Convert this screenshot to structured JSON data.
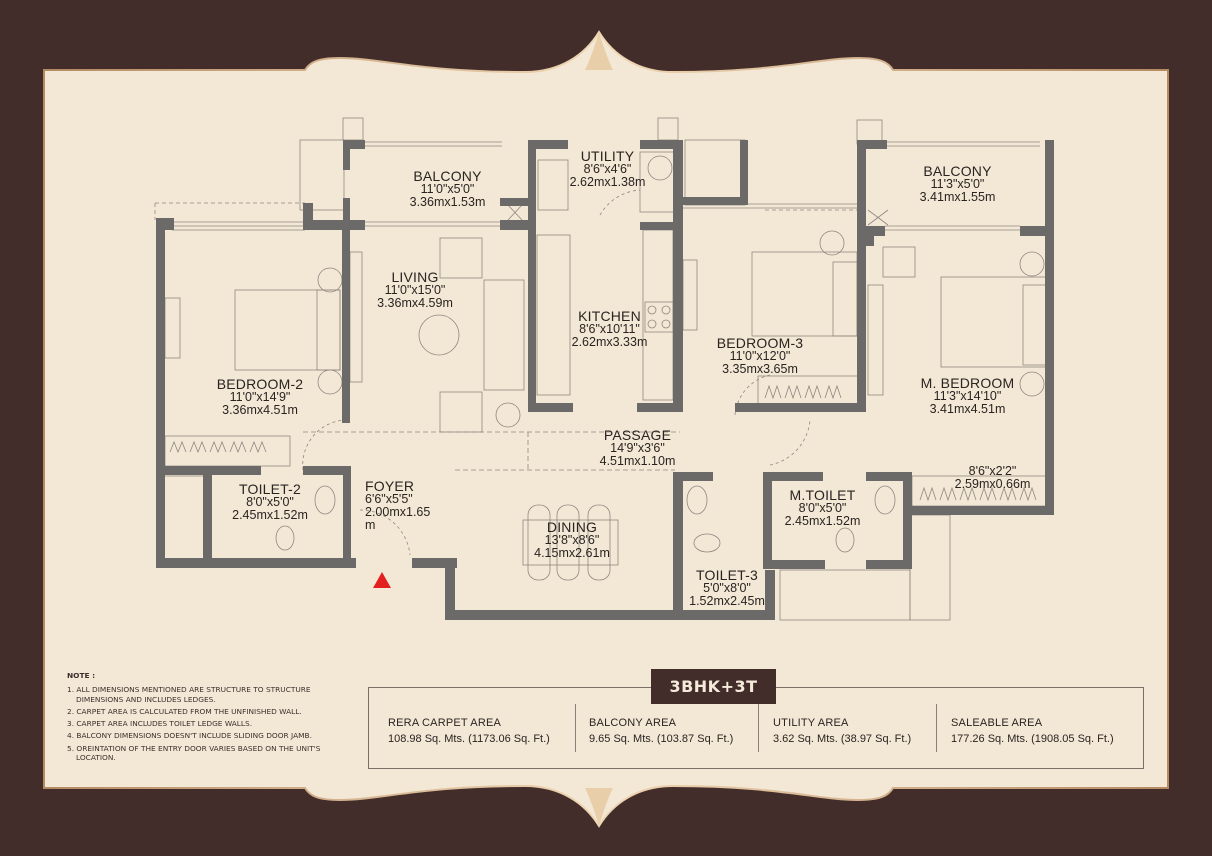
{
  "frame": {
    "background_color": "#432d2a",
    "paper_color": "#f3e8d6",
    "accent_color": "#d4b08c"
  },
  "unit_type": "3BHK+3T",
  "rooms": {
    "balcony_left": {
      "name": "BALCONY",
      "imperial": "11'0\"x5'0\"",
      "metric": "3.36mx1.53m"
    },
    "utility": {
      "name": "UTILITY",
      "imperial": "8'6\"x4'6\"",
      "metric": "2.62mx1.38m"
    },
    "balcony_right": {
      "name": "BALCONY",
      "imperial": "11'3\"x5'0\"",
      "metric": "3.41mx1.55m"
    },
    "living": {
      "name": "LIVING",
      "imperial": "11'0\"x15'0\"",
      "metric": "3.36mx4.59m"
    },
    "kitchen": {
      "name": "KITCHEN",
      "imperial": "8'6\"x10'11\"",
      "metric": "2.62mx3.33m"
    },
    "bedroom_3": {
      "name": "BEDROOM-3",
      "imperial": "11'0\"x12'0\"",
      "metric": "3.35mx3.65m"
    },
    "bedroom_2": {
      "name": "BEDROOM-2",
      "imperial": "11'0\"x14'9\"",
      "metric": "3.36mx4.51m"
    },
    "master_bedroom": {
      "name": "M. BEDROOM",
      "imperial": "11'3\"x14'10\"",
      "metric": "3.41mx4.51m"
    },
    "passage": {
      "name": "PASSAGE",
      "imperial": "14'9\"x3'6\"",
      "metric": "4.51mx1.10m"
    },
    "wardrobe_master": {
      "imperial": "8'6\"x2'2\"",
      "metric": "2.59mx0.66m"
    },
    "toilet_2": {
      "name": "TOILET-2",
      "imperial": "8'0\"x5'0\"",
      "metric": "2.45mx1.52m"
    },
    "foyer": {
      "name": "FOYER",
      "imperial": "6'6\"x5'5\"",
      "metric": "2.00mx1.65",
      "metric_suffix": "m"
    },
    "dining": {
      "name": "DINING",
      "imperial": "13'8\"x8'6\"",
      "metric": "4.15mx2.61m"
    },
    "master_toilet": {
      "name": "M.TOILET",
      "imperial": "8'0\"x5'0\"",
      "metric": "2.45mx1.52m"
    },
    "toilet_3": {
      "name": "TOILET-3",
      "imperial": "5'0\"x8'0\"",
      "metric": "1.52mx2.45m"
    }
  },
  "entry_marker": {
    "icon": "entry-triangle-icon",
    "color": "#e41f1f"
  },
  "notes": {
    "title": "NOTE :",
    "items": [
      "1. ALL DIMENSIONS MENTIONED ARE STRUCTURE TO STRUCTURE DIMENSIONS AND INCLUDES LEDGES.",
      "2. CARPET AREA IS CALCULATED FROM THE UNFINISHED WALL.",
      "3. CARPET AREA INCLUDES TOILET LEDGE WALLS.",
      "4. BALCONY DIMENSIONS DOESN'T INCLUDE SLIDING DOOR JAMB.",
      "5. OREINTATION OF THE ENTRY DOOR VARIES BASED ON THE UNIT'S LOCATION."
    ]
  },
  "areas": [
    {
      "label": "RERA CARPET AREA",
      "value": "108.98 Sq. Mts. (1173.06 Sq. Ft.)"
    },
    {
      "label": "BALCONY AREA",
      "value": "9.65 Sq. Mts. (103.87 Sq. Ft.)"
    },
    {
      "label": "UTILITY AREA",
      "value": "3.62 Sq. Mts. (38.97 Sq. Ft.)"
    },
    {
      "label": "SALEABLE AREA",
      "value": "177.26 Sq. Mts. (1908.05 Sq. Ft.)"
    }
  ]
}
